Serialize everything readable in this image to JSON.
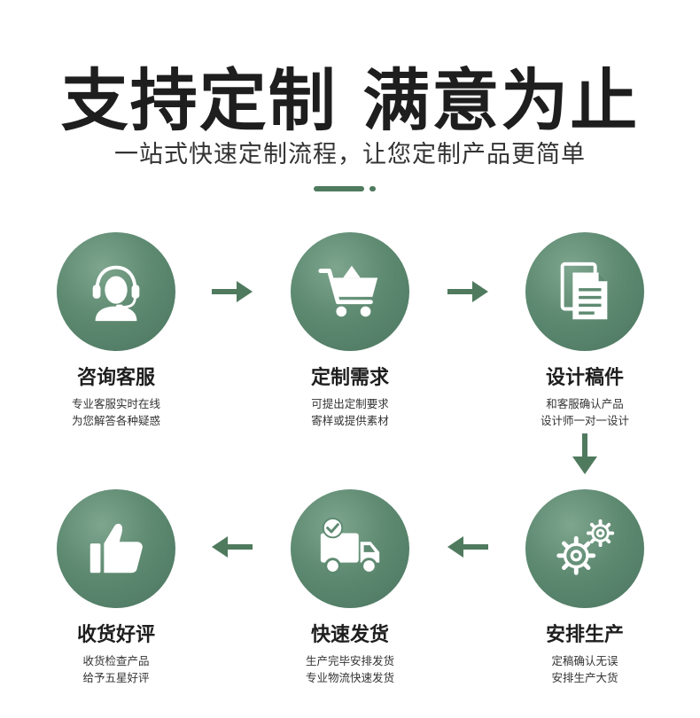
{
  "header": {
    "title": "支持定制 满意为止",
    "subtitle": "一站式快速定制流程，让您定制产品更简单"
  },
  "colors": {
    "accent": "#5e8a71",
    "accent_dark": "#4b7560",
    "text": "#1e1e1e"
  },
  "steps": [
    {
      "icon": "headset-icon",
      "title": "咨询客服",
      "desc1": "专业客服实时在线",
      "desc2": "为您解答各种疑惑"
    },
    {
      "icon": "shopping-cart-icon",
      "title": "定制需求",
      "desc1": "可提出定制要求",
      "desc2": "寄样或提供素材"
    },
    {
      "icon": "documents-icon",
      "title": "设计稿件",
      "desc1": "和客服确认产品",
      "desc2": "设计师一对一设计"
    },
    {
      "icon": "gears-icon",
      "title": "安排生产",
      "desc1": "定稿确认无误",
      "desc2": "安排生产大货"
    },
    {
      "icon": "delivery-truck-icon",
      "title": "快速发货",
      "desc1": "生产完毕安排发货",
      "desc2": "专业物流快速发货"
    },
    {
      "icon": "thumbs-up-icon",
      "title": "收货好评",
      "desc1": "收货检查产品",
      "desc2": "给予五星好评"
    }
  ]
}
